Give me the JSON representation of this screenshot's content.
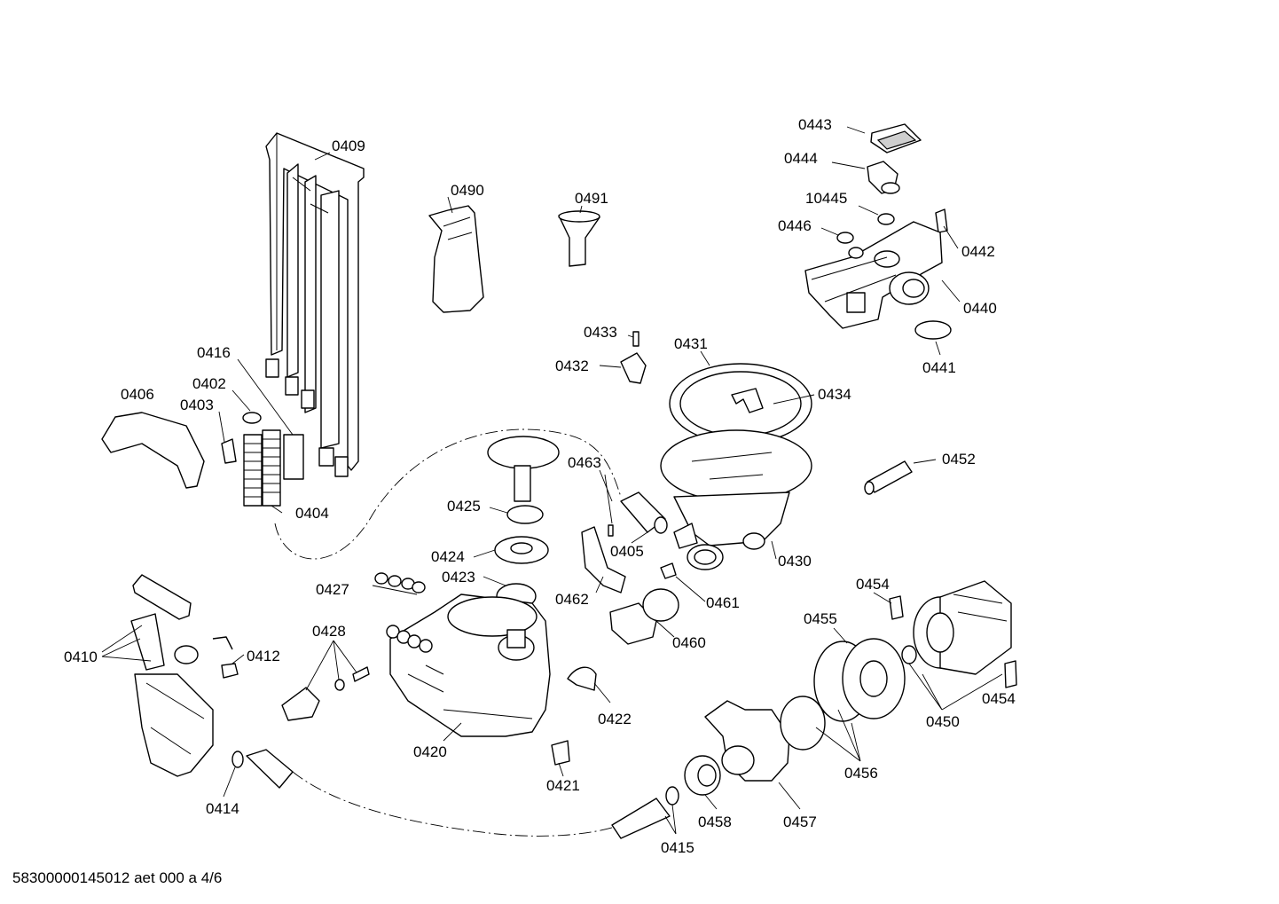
{
  "footer": {
    "text": "58300000145012 aet 000 a 4/6"
  },
  "callouts": {
    "c0409": "0409",
    "c0490": "0490",
    "c0491": "0491",
    "c0443": "0443",
    "c0444": "0444",
    "c10445": "10445",
    "c0446": "0446",
    "c0442": "0442",
    "c0440": "0440",
    "c0441": "0441",
    "c0433": "0433",
    "c0432": "0432",
    "c0431": "0431",
    "c0434": "0434",
    "c0416": "0416",
    "c0402": "0402",
    "c0403": "0403",
    "c0406": "0406",
    "c0404": "0404",
    "c0463": "0463",
    "c0425": "0425",
    "c0405": "0405",
    "c0424": "0424",
    "c0452": "0452",
    "c0430": "0430",
    "c0427": "0427",
    "c0423": "0423",
    "c0462": "0462",
    "c0461": "0461",
    "c0454a": "0454",
    "c0454b": "0454",
    "c0410": "0410",
    "c0412": "0412",
    "c0428": "0428",
    "c0460": "0460",
    "c0455": "0455",
    "c0422": "0422",
    "c0450": "0450",
    "c0420": "0420",
    "c0421": "0421",
    "c0456": "0456",
    "c0414": "0414",
    "c0458": "0458",
    "c0457": "0457",
    "c0415": "0415"
  }
}
